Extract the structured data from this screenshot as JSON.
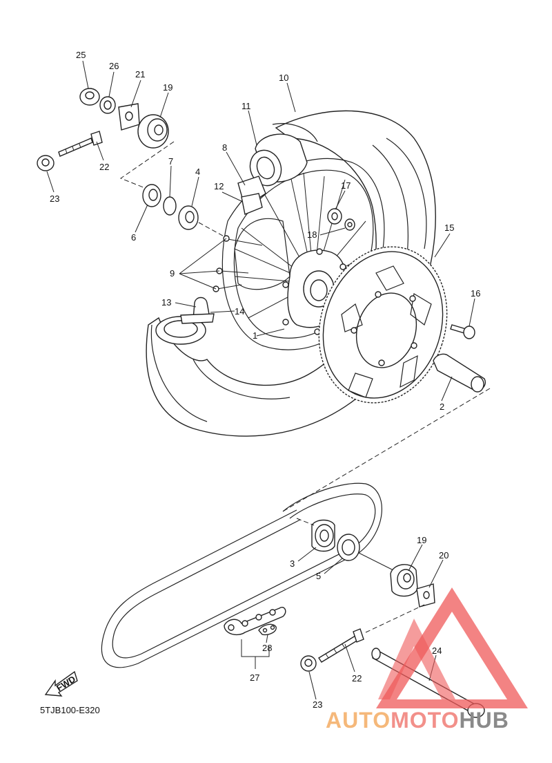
{
  "diagram_code": "5TJB100-E320",
  "fwd_label": "FWD",
  "watermark": {
    "part1": "AUTO",
    "part2": "MOTO",
    "part3": "HUB",
    "color1": "#f5b87a",
    "color2": "#f2908a",
    "color3": "#8a8a8a",
    "triangle_color": "#ef5a5a"
  },
  "callouts": [
    {
      "id": "c1",
      "text": "1"
    },
    {
      "id": "c2",
      "text": "2"
    },
    {
      "id": "c3",
      "text": "3"
    },
    {
      "id": "c4",
      "text": "4"
    },
    {
      "id": "c5",
      "text": "5"
    },
    {
      "id": "c6",
      "text": "6"
    },
    {
      "id": "c7",
      "text": "7"
    },
    {
      "id": "c8",
      "text": "8"
    },
    {
      "id": "c9",
      "text": "9"
    },
    {
      "id": "c10",
      "text": "10"
    },
    {
      "id": "c11",
      "text": "11"
    },
    {
      "id": "c12",
      "text": "12"
    },
    {
      "id": "c13",
      "text": "13"
    },
    {
      "id": "c14",
      "text": "14"
    },
    {
      "id": "c15",
      "text": "15"
    },
    {
      "id": "c16",
      "text": "16"
    },
    {
      "id": "c17",
      "text": "17"
    },
    {
      "id": "c18",
      "text": "18"
    },
    {
      "id": "c19a",
      "text": "19"
    },
    {
      "id": "c19b",
      "text": "19"
    },
    {
      "id": "c20",
      "text": "20"
    },
    {
      "id": "c21",
      "text": "21"
    },
    {
      "id": "c22a",
      "text": "22"
    },
    {
      "id": "c22b",
      "text": "22"
    },
    {
      "id": "c23a",
      "text": "23"
    },
    {
      "id": "c23b",
      "text": "23"
    },
    {
      "id": "c24",
      "text": "24"
    },
    {
      "id": "c25",
      "text": "25"
    },
    {
      "id": "c26",
      "text": "26"
    },
    {
      "id": "c27",
      "text": "27"
    },
    {
      "id": "c28",
      "text": "28"
    }
  ]
}
